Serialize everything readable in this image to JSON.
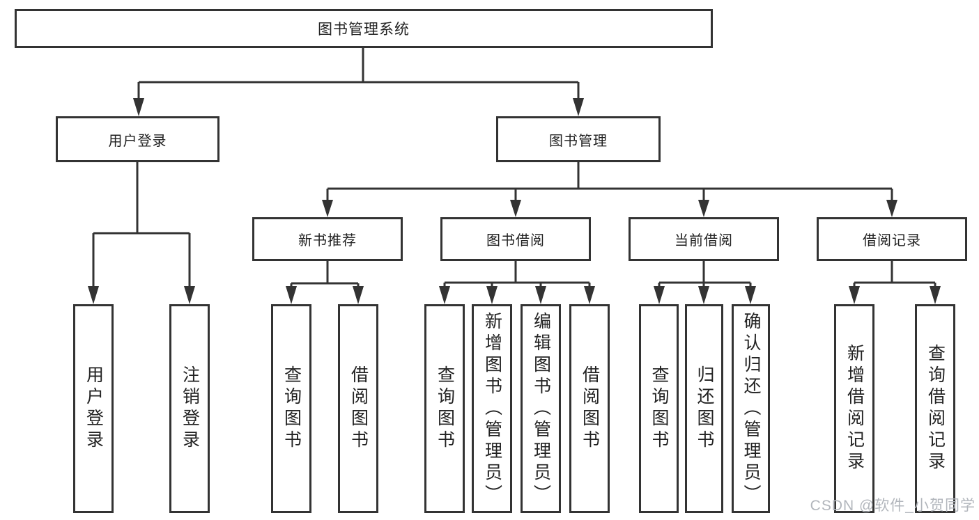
{
  "tree": {
    "label": "图书管理系统",
    "children": [
      {
        "label": "用户登录",
        "children": [
          {
            "label": "用户登录"
          },
          {
            "label": "注销登录"
          }
        ]
      },
      {
        "label": "图书管理",
        "children": [
          {
            "label": "新书推荐",
            "children": [
              {
                "label": "查询图书"
              },
              {
                "label": "借阅图书"
              }
            ]
          },
          {
            "label": "图书借阅",
            "children": [
              {
                "label": "查询图书"
              },
              {
                "label": "新增图书（管理员）"
              },
              {
                "label": "编辑图书（管理员）"
              },
              {
                "label": "借阅图书"
              }
            ]
          },
          {
            "label": "当前借阅",
            "children": [
              {
                "label": "查询图书"
              },
              {
                "label": "归还图书"
              },
              {
                "label": "确认归还（管理员）"
              }
            ]
          },
          {
            "label": "借阅记录",
            "children": [
              {
                "label": "新增借阅记录"
              },
              {
                "label": "查询借阅记录"
              }
            ]
          }
        ]
      }
    ]
  },
  "watermark": {
    "text": "CSDN @软件_小贺同学"
  },
  "colors": {
    "line": "#333333",
    "text": "#222222",
    "watermark": "#b2b6bc",
    "background": "#ffffff"
  }
}
